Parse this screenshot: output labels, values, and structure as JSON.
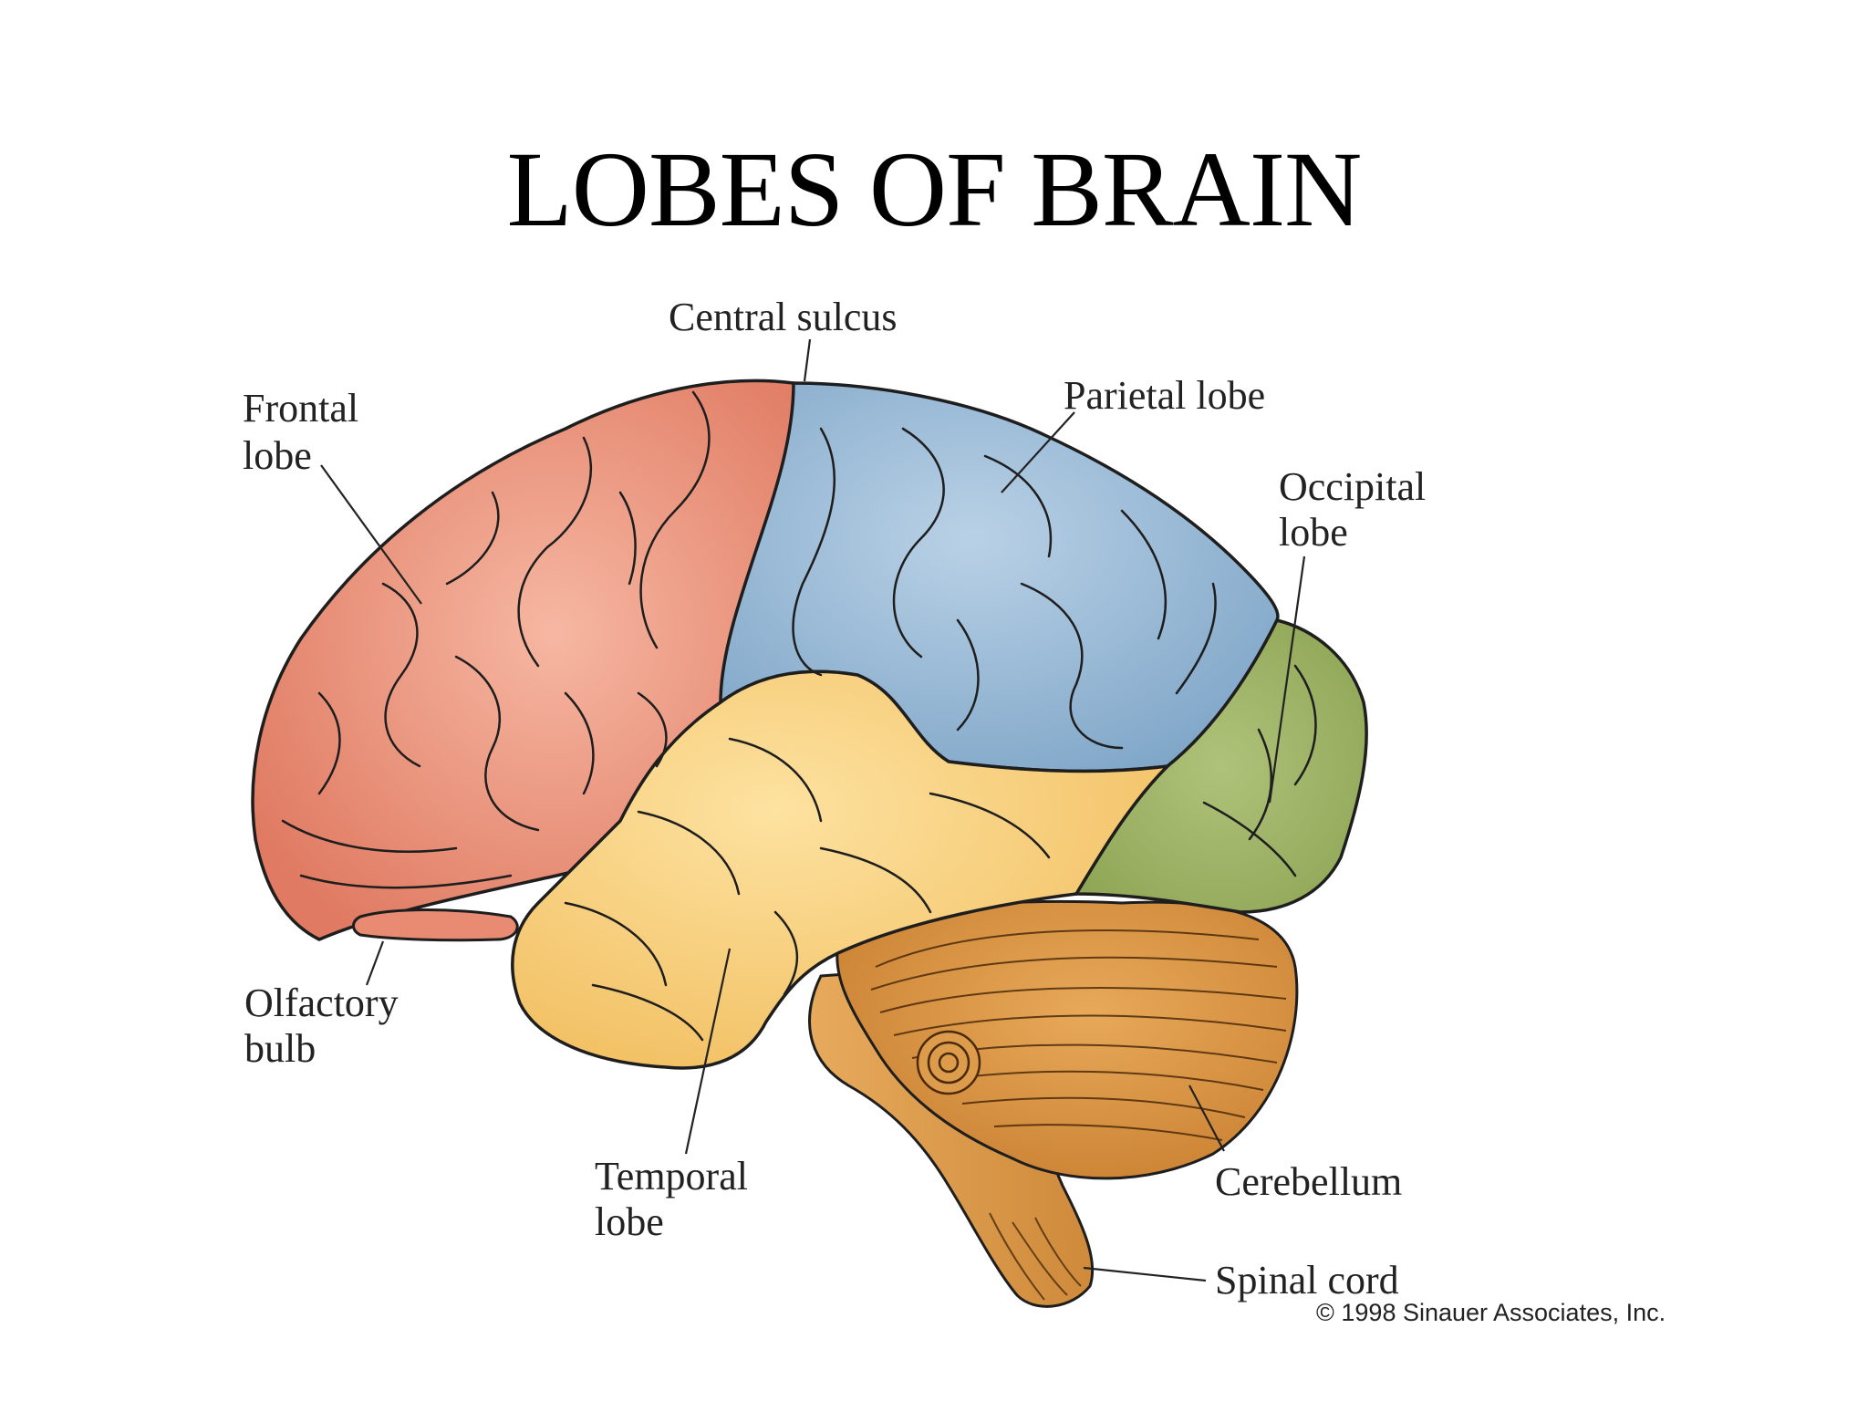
{
  "title": "LOBES OF BRAIN",
  "labels": {
    "central_sulcus": "Central sulcus",
    "frontal_lobe_1": "Frontal",
    "frontal_lobe_2": "lobe",
    "parietal_lobe": "Parietal lobe",
    "occipital_lobe_1": "Occipital",
    "occipital_lobe_2": "lobe",
    "olfactory_bulb_1": "Olfactory",
    "olfactory_bulb_2": "bulb",
    "temporal_lobe_1": "Temporal",
    "temporal_lobe_2": "lobe",
    "cerebellum": "Cerebellum",
    "spinal_cord": "Spinal cord"
  },
  "copyright": "© 1998 Sinauer Associates, Inc.",
  "colors": {
    "frontal": "#e88670",
    "parietal": "#8fb2d0",
    "occipital": "#9bb062",
    "temporal": "#f6cf78",
    "cerebellum": "#d8913e",
    "brainstem": "#e3a352",
    "outline": "#1e1e1e"
  }
}
